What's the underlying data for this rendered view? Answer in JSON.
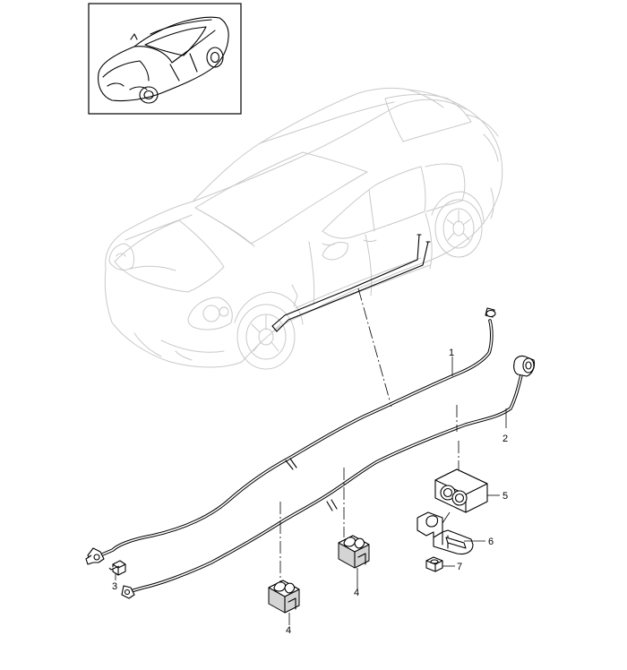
{
  "callouts": [
    {
      "id": "1",
      "label": "1"
    },
    {
      "id": "2",
      "label": "2"
    },
    {
      "id": "3",
      "label": "3"
    },
    {
      "id": "4a",
      "label": "4"
    },
    {
      "id": "4b",
      "label": "4"
    },
    {
      "id": "5",
      "label": "5"
    },
    {
      "id": "6",
      "label": "6"
    },
    {
      "id": "7",
      "label": "7"
    }
  ]
}
